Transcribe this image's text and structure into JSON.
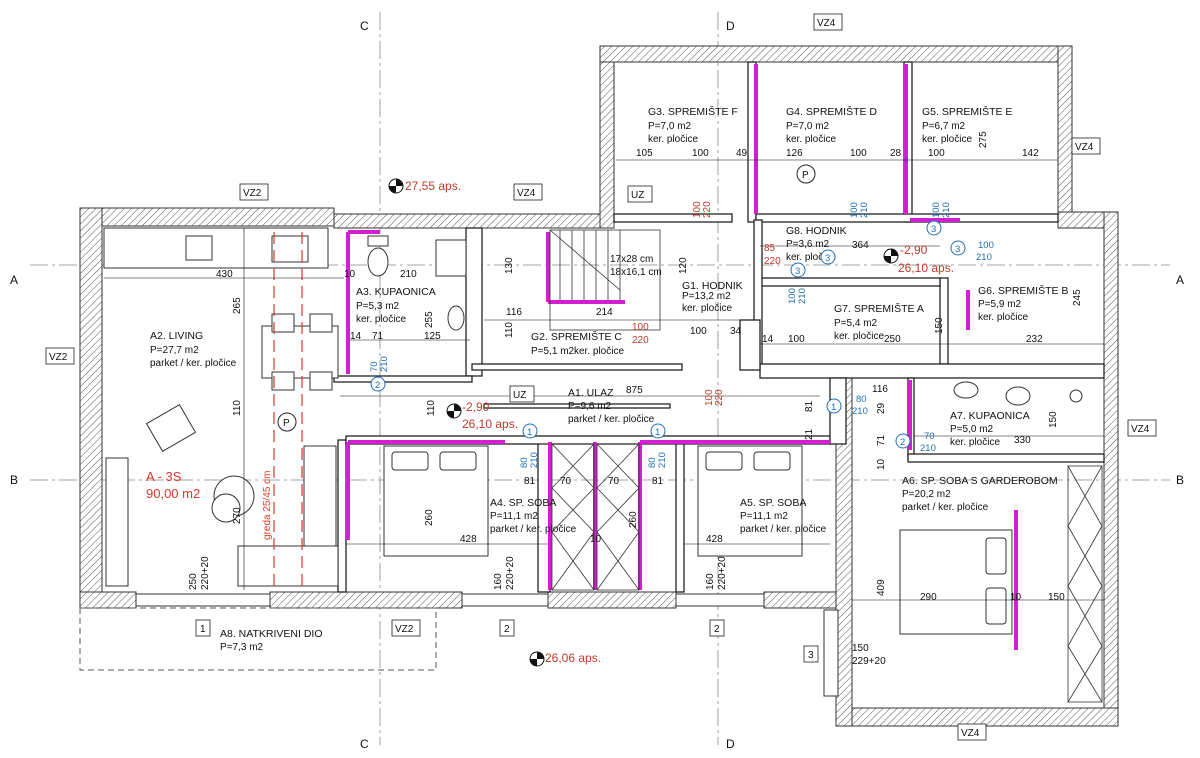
{
  "apartment": {
    "code": "A - 3S",
    "area": "90,00 m2"
  },
  "rooms": [
    {
      "name": "A2. LIVING",
      "area": "P=27,7 m2",
      "finish": "parket / ker. pločice"
    },
    {
      "name": "A3. KUPAONICA",
      "area": "P=5,3 m2",
      "finish": "ker. pločice"
    },
    {
      "name": "A1. ULAZ",
      "area": "P=9,6 m2",
      "finish": "parket / ker. pločice"
    },
    {
      "name": "A4. SP. SOBA",
      "area": "P=11,1 m2",
      "finish": "parket / ker. pločice"
    },
    {
      "name": "A5. SP. SOBA",
      "area": "P=11,1 m2",
      "finish": "parket / ker. pločice"
    },
    {
      "name": "A6. SP. SOBA S GARDEROBOM",
      "area": "P=20,2 m2",
      "finish": "parket / ker. pločice"
    },
    {
      "name": "A7. KUPAONICA",
      "area": "P=5,0 m2",
      "finish": "ker. pločice"
    },
    {
      "name": "A8. NATKRIVENI DIO",
      "area": "P=7,3 m2",
      "finish": ""
    },
    {
      "name": "G1. HODNIK",
      "area": "P=13,2 m2",
      "finish": "ker. pločice"
    },
    {
      "name": "G2. SPREMIŠTE C",
      "area": "P=5,1 m2",
      "finish": "ker. pločice"
    },
    {
      "name": "G3. SPREMIŠTE F",
      "area": "P=7,0 m2",
      "finish": "ker. pločice"
    },
    {
      "name": "G4. SPREMIŠTE D",
      "area": "P=7,0 m2",
      "finish": "ker. pločice"
    },
    {
      "name": "G5. SPREMIŠTE E",
      "area": "P=6,7 m2",
      "finish": "ker. pločice"
    },
    {
      "name": "G6. SPREMIŠTE B",
      "area": "P=5,9 m2",
      "finish": "ker. pločice"
    },
    {
      "name": "G7. SPREMIŠTE A",
      "area": "P=5,4 m2",
      "finish": "ker. pločice"
    },
    {
      "name": "G8. HODNIK",
      "area": "P=3,6 m2",
      "finish": "ker. pločice"
    }
  ],
  "levels": {
    "top": "27,55 aps.",
    "ulaz_rel": "-2,90",
    "ulaz_abs": "26,10 aps.",
    "hodnik_rel": "-2,90",
    "hodnik_abs": "26,10 aps.",
    "bottom": "26,06 aps."
  },
  "stairs": {
    "size1": "17x28 cm",
    "size2": "18x16,1 cm"
  },
  "axes": {
    "a": "A",
    "b": "B",
    "c": "C",
    "d": "D"
  },
  "tags": {
    "vz2": "VZ2",
    "vz4": "VZ4",
    "uz": "UZ",
    "p": "P",
    "w1": "1",
    "w2": "2",
    "w3": "3"
  },
  "door_types": {
    "d1": "1",
    "d2": "2",
    "d3": "3"
  },
  "greda": "greda 25/45 cm",
  "dims": {
    "d430": "430",
    "d10a": "10",
    "d210a": "210",
    "d265": "265",
    "d110a": "110",
    "d270": "270",
    "d14": "14",
    "d71a": "71",
    "d255": "255",
    "d125": "125",
    "d130": "130",
    "d116": "116",
    "d214": "214",
    "d110b": "110",
    "d120": "120",
    "d100a": "100",
    "d34": "34",
    "d875": "875",
    "d110c": "110",
    "d81a": "81",
    "d81b": "81",
    "d70a": "70",
    "d70b": "70",
    "d81c": "81",
    "d81d": "81",
    "d21": "21",
    "d71b": "71",
    "d10b": "10",
    "d428a": "428",
    "d260": "260",
    "d428b": "428",
    "d260b": "260",
    "d10c": "10",
    "d105": "105",
    "d100b": "100",
    "d49": "49",
    "d126": "126",
    "d100c": "100",
    "d28": "28",
    "d100d": "100",
    "d142": "142",
    "d275": "275",
    "d364": "364",
    "d85": "85",
    "d220a": "220",
    "d150a": "150",
    "d245": "245",
    "d232": "232",
    "d100e": "100",
    "d250": "250",
    "d14b": "14",
    "d116b": "116",
    "d29": "29",
    "d330": "330",
    "d150b": "150",
    "d290": "290",
    "d10d": "10",
    "d150c": "150",
    "d409": "409",
    "w250": "250",
    "w220a": "220+20",
    "w160a": "160",
    "w220b": "220+20",
    "w160b": "160",
    "w220c": "220+20",
    "w150": "150",
    "w229": "229+20"
  },
  "door_dims": {
    "d80": "80",
    "d210": "210",
    "d70": "70",
    "d100": "100",
    "d220": "220"
  }
}
